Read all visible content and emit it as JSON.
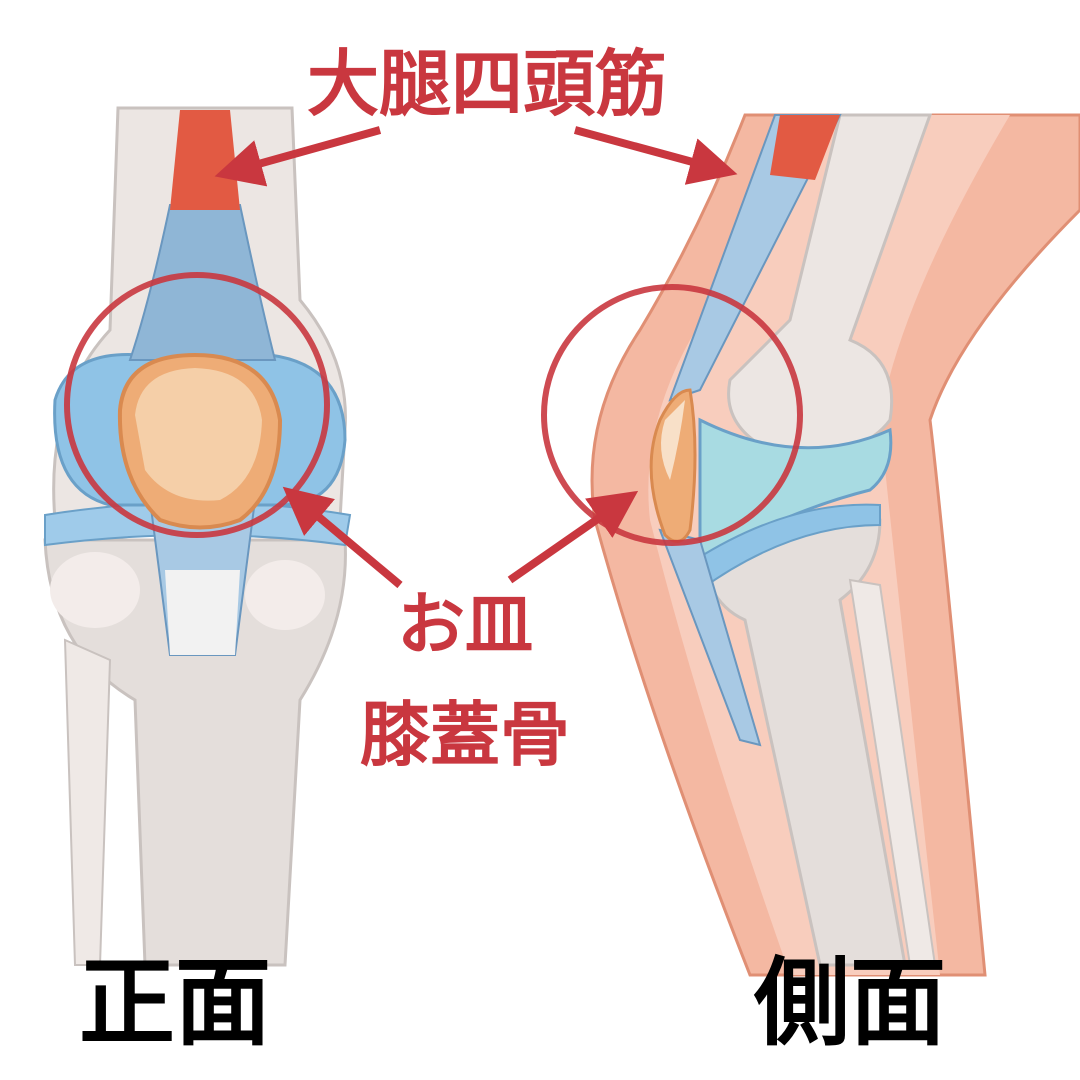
{
  "labels": {
    "muscle": "大腿四頭筋",
    "plate": "お皿",
    "patella": "膝蓋骨",
    "front": "正面",
    "side": "側面"
  },
  "colors": {
    "accent": "#c9373f",
    "bone": "#e4dedb",
    "cartilage": "#8fc3e6",
    "patella": "#eeac76",
    "skin": "#f4b8a2",
    "muscle": "#e25a43"
  }
}
